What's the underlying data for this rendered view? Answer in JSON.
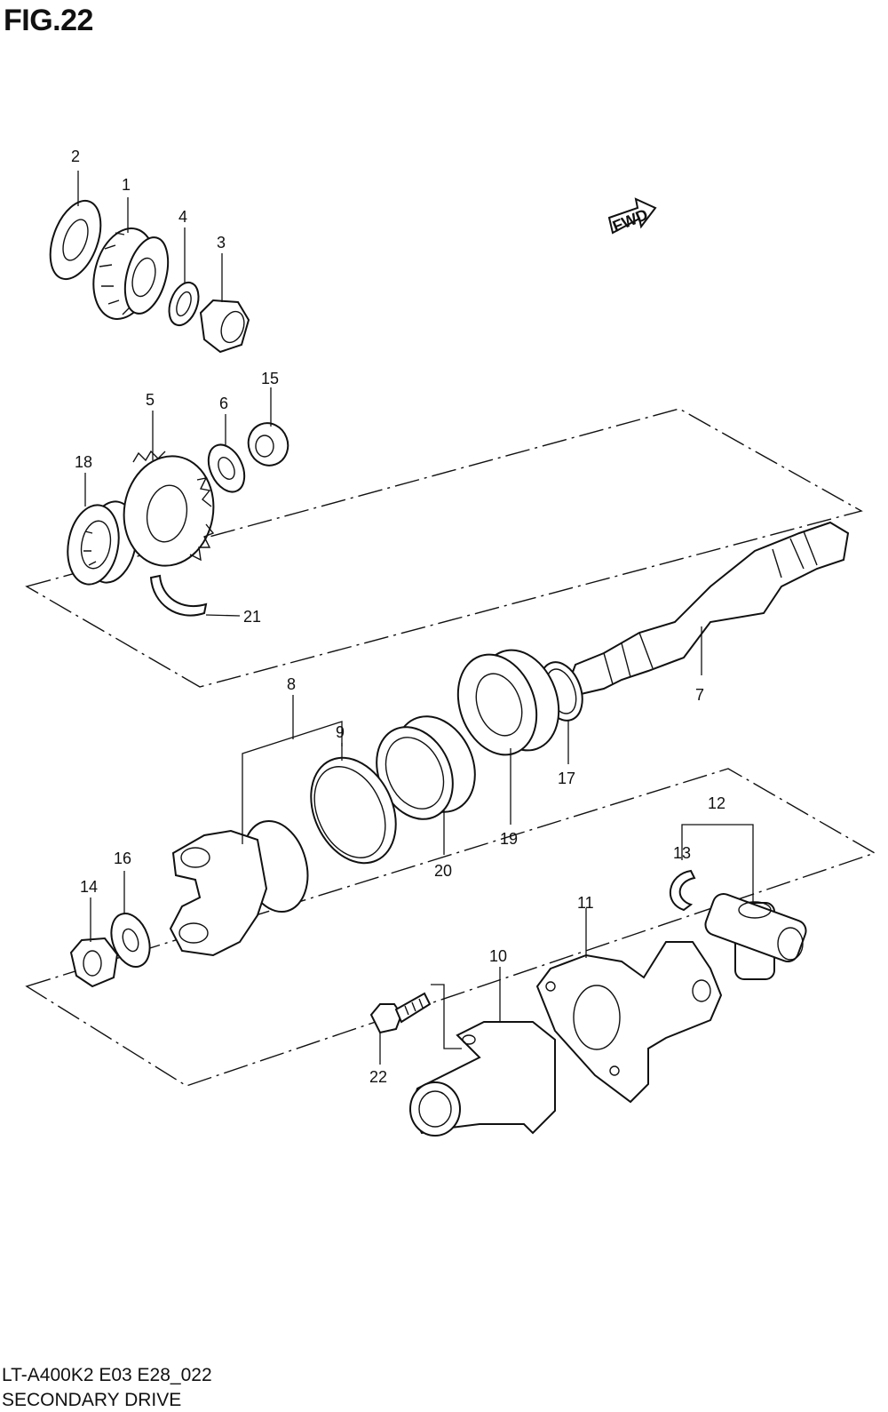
{
  "figure": {
    "title": "FIG.22",
    "model_code": "LT-A400K2 E03 E28_022",
    "caption": "SECONDARY DRIVE",
    "fwd_label": "FWD"
  },
  "callouts": [
    "1",
    "2",
    "3",
    "4",
    "5",
    "6",
    "7",
    "8",
    "9",
    "10",
    "11",
    "12",
    "13",
    "14",
    "15",
    "16",
    "17",
    "18",
    "19",
    "20",
    "21",
    "22"
  ]
}
